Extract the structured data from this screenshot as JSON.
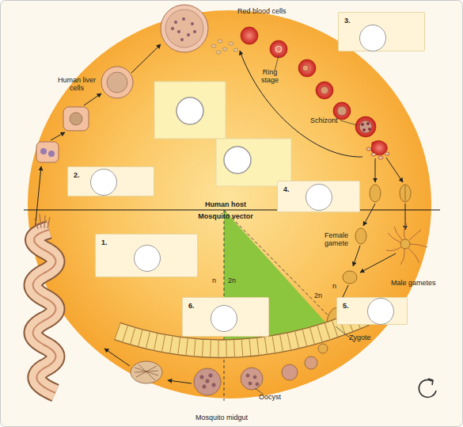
{
  "diagram": {
    "nodes": [
      {
        "text": [
          "3."
        ]
      },
      {
        "text": [
          "2."
        ]
      },
      {
        "text": [
          "4."
        ]
      },
      {
        "text": [
          "1."
        ]
      },
      {
        "text": [
          "6."
        ]
      },
      {
        "text": [
          "5."
        ]
      }
    ],
    "labels": [
      "Red blood cells",
      "Human liver cells",
      "Ring stage",
      "Schizont",
      "Human host",
      "Mosquito vector",
      "Female gamete",
      "Male gametes",
      "Zygote",
      "Oocyst",
      "Mosquito midgut",
      "n",
      "2n",
      "n",
      "2n"
    ]
  }
}
